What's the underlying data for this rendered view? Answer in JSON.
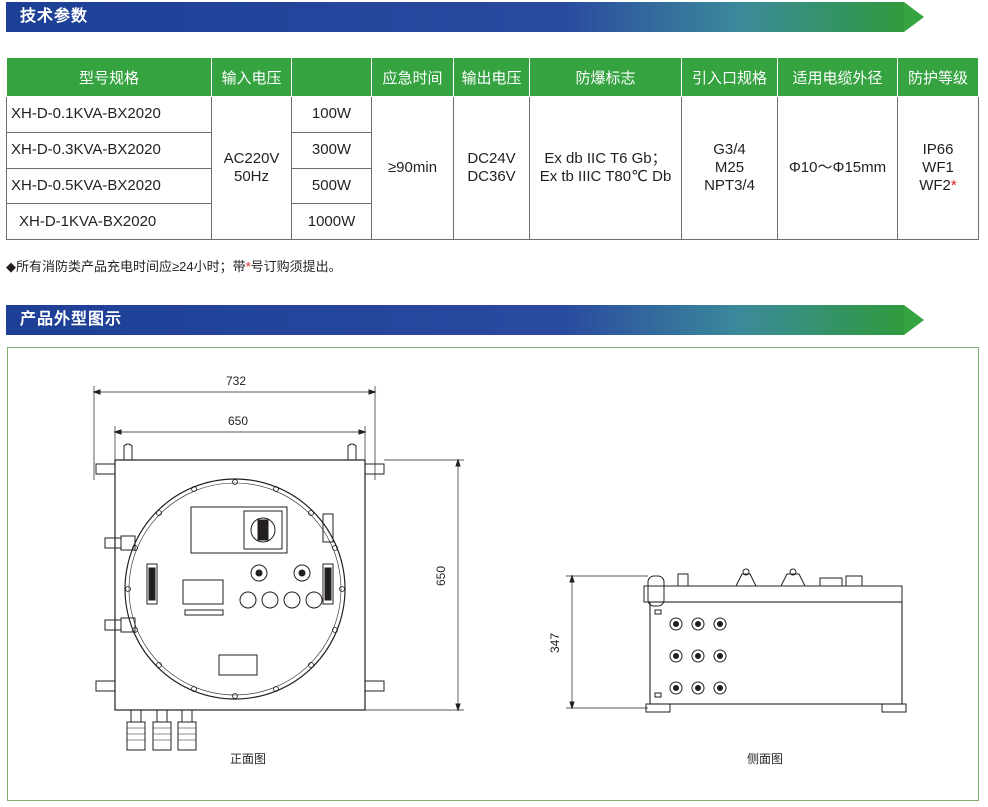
{
  "section1": {
    "title": "技术参数"
  },
  "table": {
    "headers": [
      "型号规格",
      "输入电压",
      "",
      "应急时间",
      "输出电压",
      "防爆标志",
      "引入口规格",
      "适用电缆外径",
      "防护等级"
    ],
    "models": [
      "XH-D-0.1KVA-BX2020",
      "XH-D-0.3KVA-BX2020",
      "XH-D-0.5KVA-BX2020",
      "XH-D-1KVA-BX2020"
    ],
    "input_voltage": [
      "AC220V",
      "50Hz"
    ],
    "powers": [
      "100W",
      "300W",
      "500W",
      "1000W"
    ],
    "emergency_time": "≥90min",
    "output_voltage": [
      "DC24V",
      "DC36V"
    ],
    "explosion_mark": [
      "Ex db IIC T6 Gb；",
      "Ex tb IIIC T80℃ Db"
    ],
    "inlet_spec": [
      "G3/4",
      "M25",
      "NPT3/4"
    ],
    "cable_diameter": "Φ10～Φ15mm",
    "protection": [
      "IP66",
      "WF1",
      "WF2"
    ],
    "protection_star": "*"
  },
  "note": {
    "prefix": "◆所有消防类产品充电时间应≥24小时；带",
    "star": "*",
    "suffix": "号订购须提出。"
  },
  "section2": {
    "title": "产品外型图示"
  },
  "drawing": {
    "dim_width_outer": "732",
    "dim_width_inner": "650",
    "dim_height_front": "650",
    "dim_height_side": "347",
    "caption_front": "正面图",
    "caption_side": "侧面图"
  },
  "colors": {
    "header_green": "#34a340",
    "bar_blue": "#1d3f95",
    "star_red": "#e02020"
  }
}
